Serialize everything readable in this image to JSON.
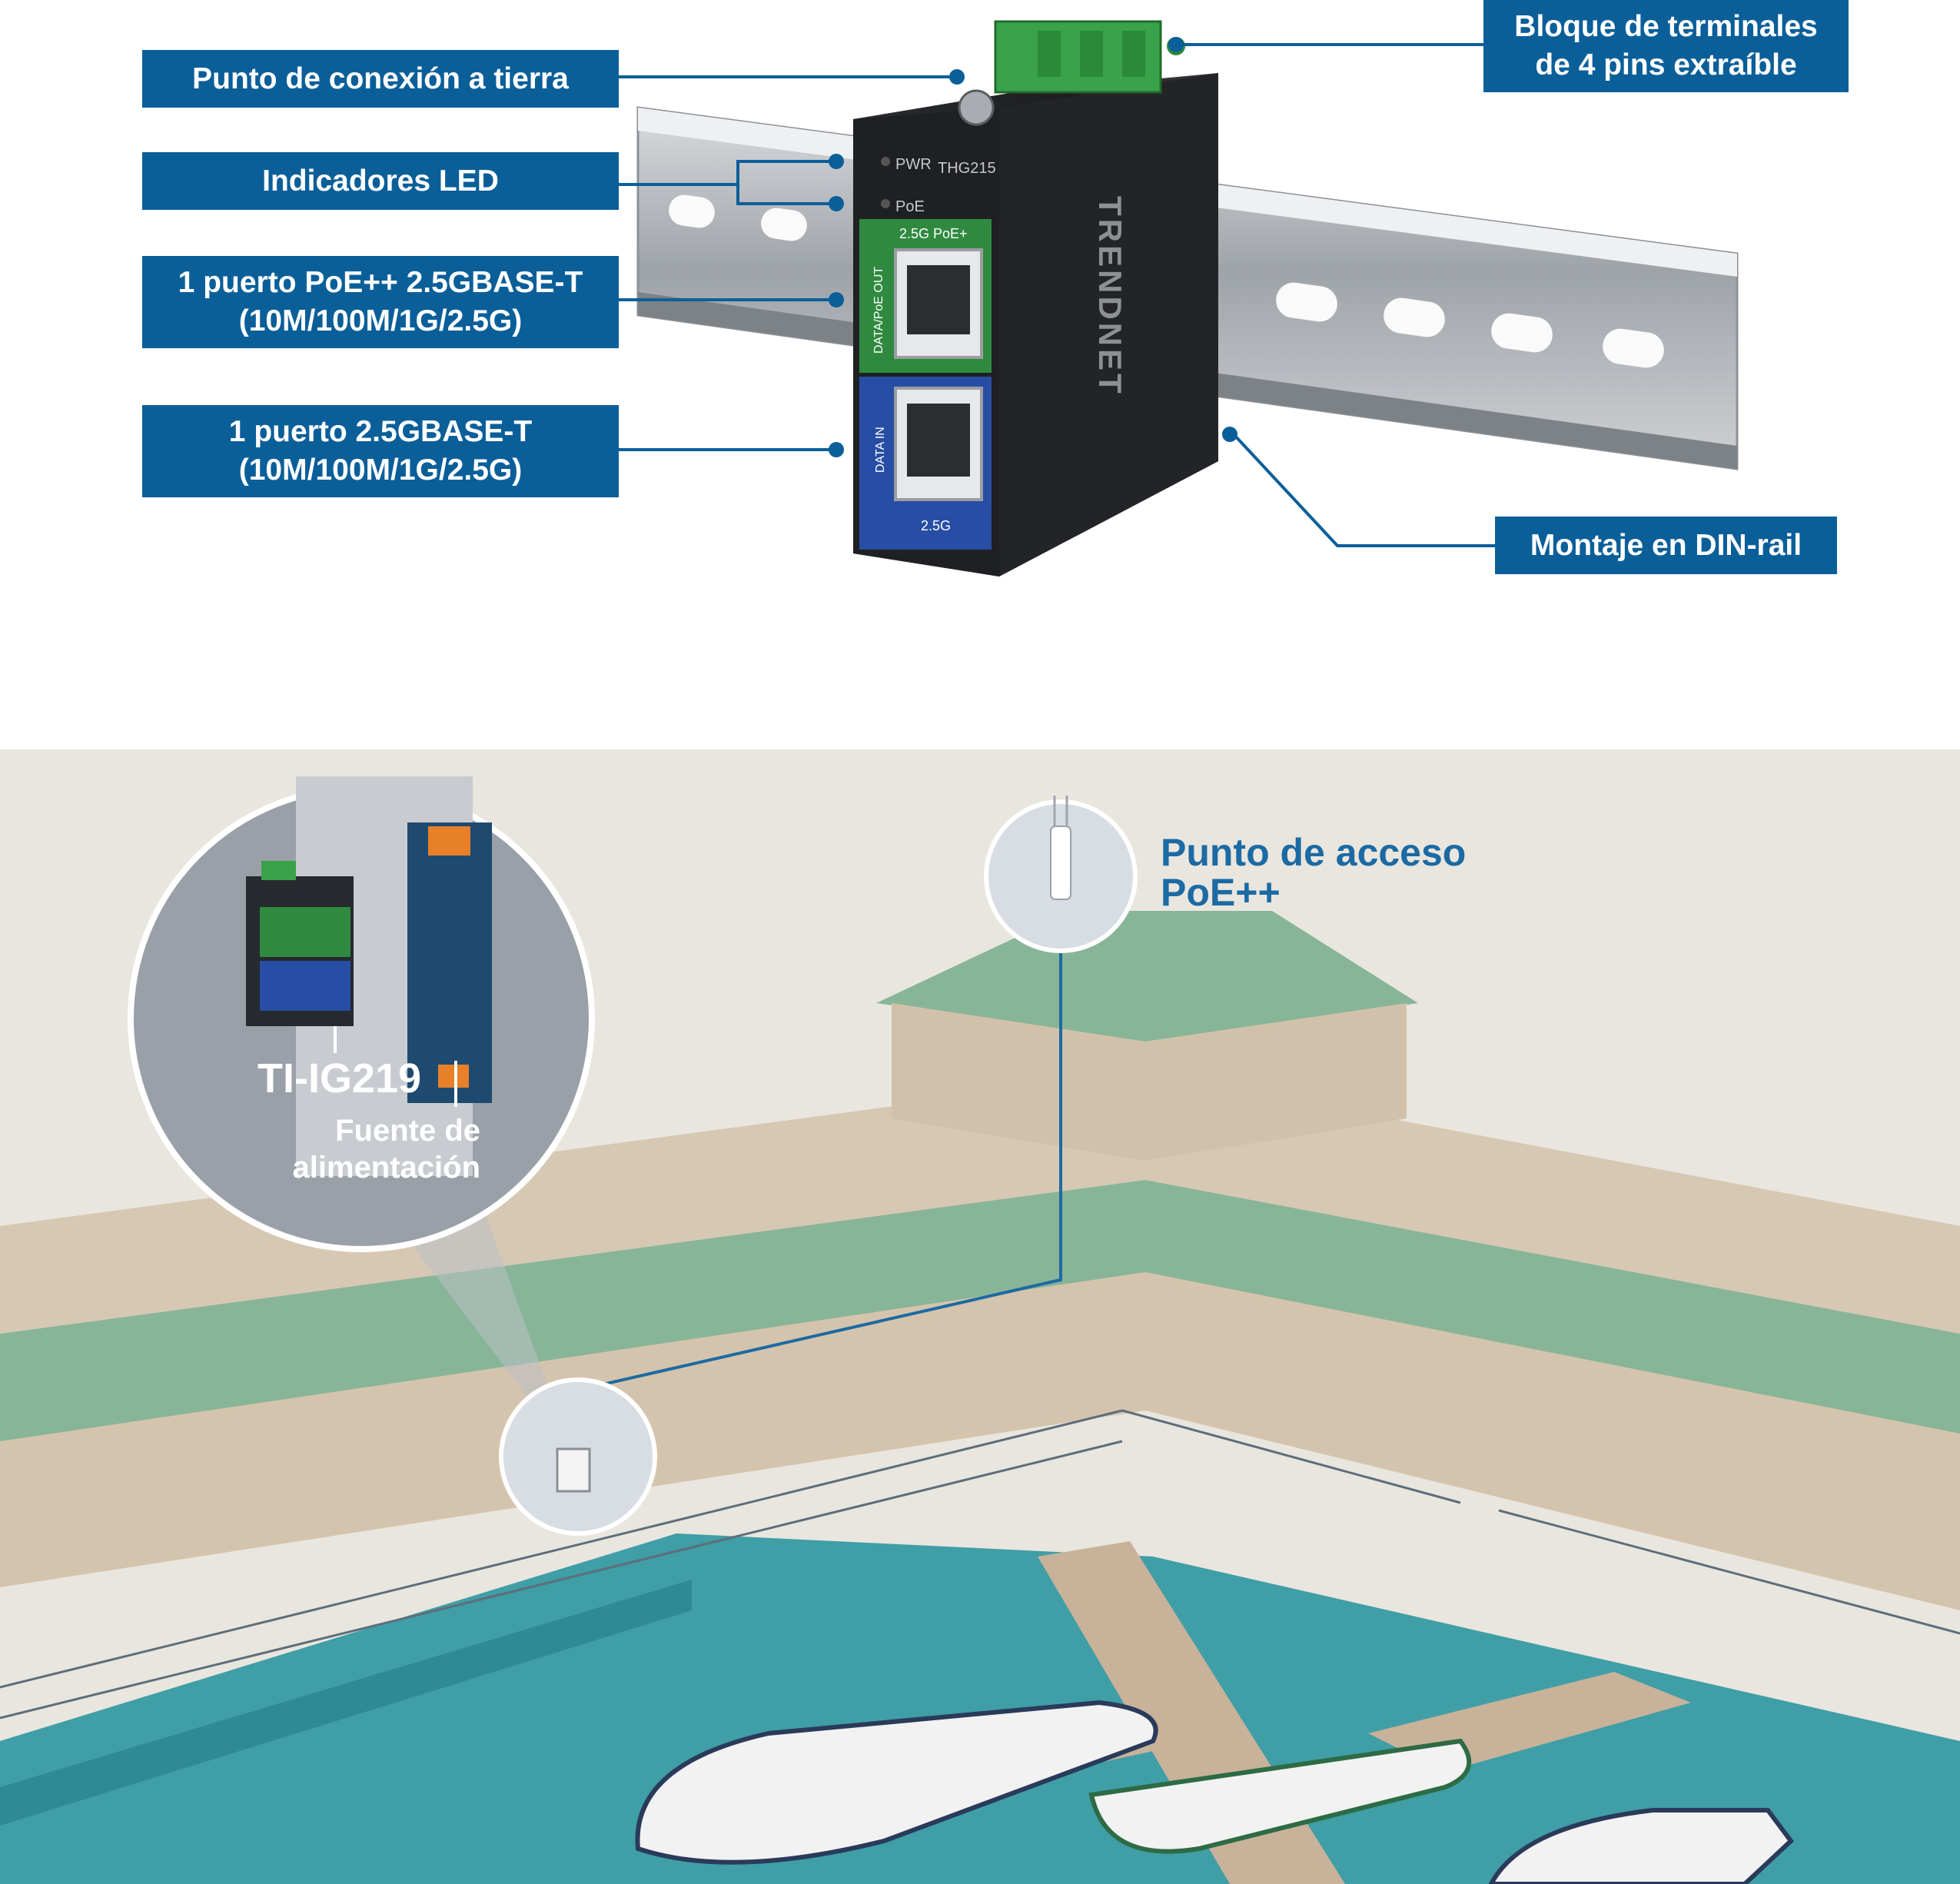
{
  "callouts": {
    "ground": "Punto de conexión a tierra",
    "terminal_line1": "Bloque de terminales",
    "terminal_line2": "de 4 pins extraíble",
    "leds": "Indicadores LED",
    "poe_port_line1": "1 puerto PoE++ 2.5GBASE-T",
    "poe_port_line2": "(10M/100M/1G/2.5G)",
    "data_port_line1": "1 puerto 2.5GBASE-T",
    "data_port_line2": "(10M/100M/1G/2.5G)",
    "dinrail": "Montaje en DIN-rail"
  },
  "device": {
    "pwr": "PWR",
    "model": "THG215",
    "poe": "PoE",
    "port_out_header": "2.5G PoE+",
    "port_out_side": "DATA/PoE OUT",
    "port_in_side": "DATA IN",
    "port_in_footer": "2.5G",
    "brand": "TRENDNET"
  },
  "scene": {
    "ap_line1": "Punto de acceso",
    "ap_line2": "PoE++",
    "model_label": "TI-IG219",
    "psu_line1": "Fuente de",
    "psu_line2": "alimentación"
  },
  "colors": {
    "callout_bg": "#0b5f99",
    "ap_text": "#1c6aa3",
    "roof_green": "#88b597",
    "water": "#3f9ea6"
  }
}
